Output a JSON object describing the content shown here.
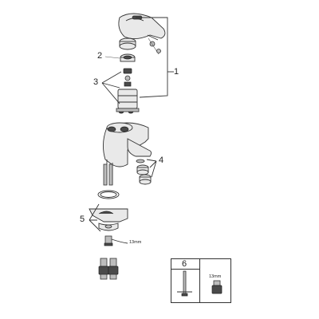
{
  "callouts": {
    "c1": "1",
    "c2": "2",
    "c3": "3",
    "c4": "4",
    "c5": "5",
    "c6": "6"
  },
  "annotations": {
    "wrench_size_main": "13mm",
    "wrench_size_inset": "13mm"
  }
}
